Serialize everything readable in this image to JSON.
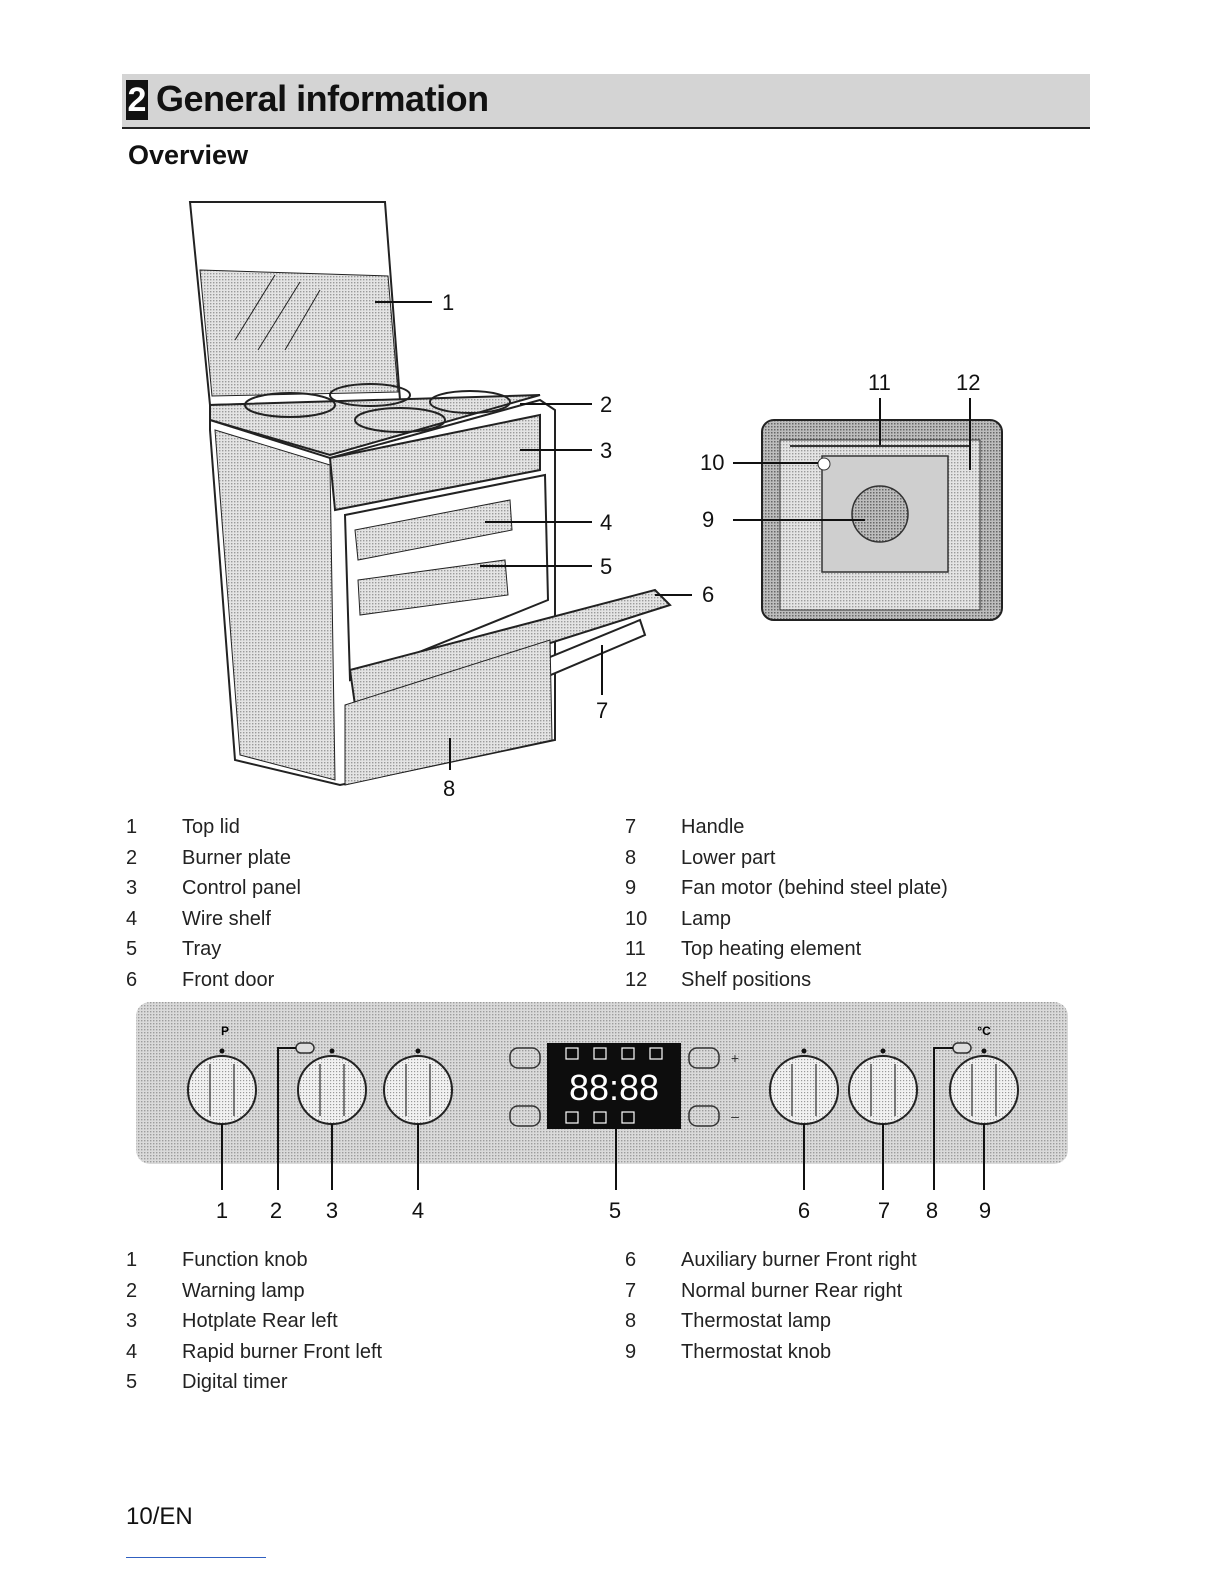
{
  "header": {
    "chapter_number": "2",
    "title": "General information"
  },
  "section_title": "Overview",
  "figure_oven": {
    "callouts": [
      "1",
      "2",
      "3",
      "4",
      "5",
      "6",
      "7",
      "8",
      "9",
      "10",
      "11",
      "12"
    ]
  },
  "legend_overview_left": [
    {
      "n": "1",
      "label": "Top lid"
    },
    {
      "n": "2",
      "label": "Burner plate"
    },
    {
      "n": "3",
      "label": "Control panel"
    },
    {
      "n": "4",
      "label": "Wire shelf"
    },
    {
      "n": "5",
      "label": "Tray"
    },
    {
      "n": "6",
      "label": "Front door"
    }
  ],
  "legend_overview_right": [
    {
      "n": "7",
      "label": "Handle"
    },
    {
      "n": "8",
      "label": "Lower part"
    },
    {
      "n": "9",
      "label": "Fan motor (behind steel plate)"
    },
    {
      "n": "10",
      "label": "Lamp"
    },
    {
      "n": "11",
      "label": "Top heating element"
    },
    {
      "n": "12",
      "label": "Shelf positions"
    }
  ],
  "control_panel": {
    "callouts": [
      "1",
      "2",
      "3",
      "4",
      "5",
      "6",
      "7",
      "8",
      "9"
    ],
    "timer_display": "88:88",
    "knob_marks": {
      "function": "P",
      "thermostat": "°C",
      "plus": "+",
      "minus": "–"
    }
  },
  "legend_panel_left": [
    {
      "n": "1",
      "label": "Function knob"
    },
    {
      "n": "2",
      "label": "Warning lamp"
    },
    {
      "n": "3",
      "label": "Hotplate Rear left"
    },
    {
      "n": "4",
      "label": "Rapid burner Front left"
    },
    {
      "n": "5",
      "label": "Digital timer"
    }
  ],
  "legend_panel_right": [
    {
      "n": "6",
      "label": "Auxiliary burner Front right"
    },
    {
      "n": "7",
      "label": "Normal burner Rear right"
    },
    {
      "n": "8",
      "label": "Thermostat lamp"
    },
    {
      "n": "9",
      "label": "Thermostat knob"
    }
  ],
  "footer": {
    "page": "10/EN"
  }
}
